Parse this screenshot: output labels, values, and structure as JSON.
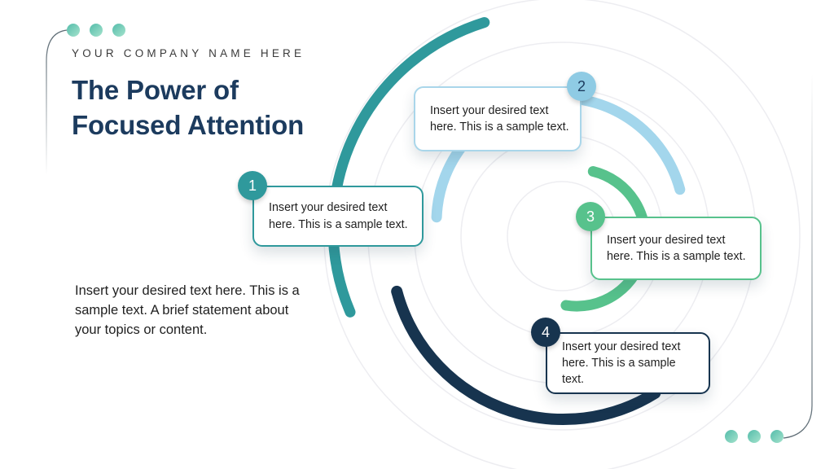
{
  "header": {
    "company_name": "YOUR COMPANY NAME HERE",
    "title_line1": "The Power of",
    "title_line2": "Focused Attention"
  },
  "description": "Insert your desired text here. This is a sample text. A brief statement about your topics or content.",
  "callouts": [
    {
      "number": "1",
      "text": "Insert your desired text here. This is a sample text.",
      "border_color": "#2F999C",
      "badge_bg": "#2F999C",
      "badge_text_color": "#FFFFFF"
    },
    {
      "number": "2",
      "text": "Insert your desired text here. This is a sample text.",
      "border_color": "#A9D6EA",
      "badge_bg": "#8FCBE4",
      "badge_text_color": "#1C3B5E"
    },
    {
      "number": "3",
      "text": "Insert your desired text here. This is a sample text.",
      "border_color": "#57C28C",
      "badge_bg": "#57C28C",
      "badge_text_color": "#FFFFFF"
    },
    {
      "number": "4",
      "text": "Insert your desired text here. This is a sample text.",
      "border_color": "#17344F",
      "badge_bg": "#17344F",
      "badge_text_color": "#FFFFFF"
    }
  ],
  "diagram": {
    "arcs": [
      {
        "step": "1",
        "color": "#2F999C"
      },
      {
        "step": "2",
        "color": "#A3D6EC"
      },
      {
        "step": "3",
        "color": "#57C28C"
      },
      {
        "step": "4",
        "color": "#17344F"
      }
    ],
    "ring_color": "#EDEDF1"
  },
  "colors": {
    "title": "#1C3B5E",
    "company": "#3B3B3B",
    "body_text": "#1F1F1F"
  },
  "decor": {
    "dot_color_start": "#54BCAA",
    "dot_color_end": "#A5E3CD",
    "line_color": "#4A5A64"
  }
}
